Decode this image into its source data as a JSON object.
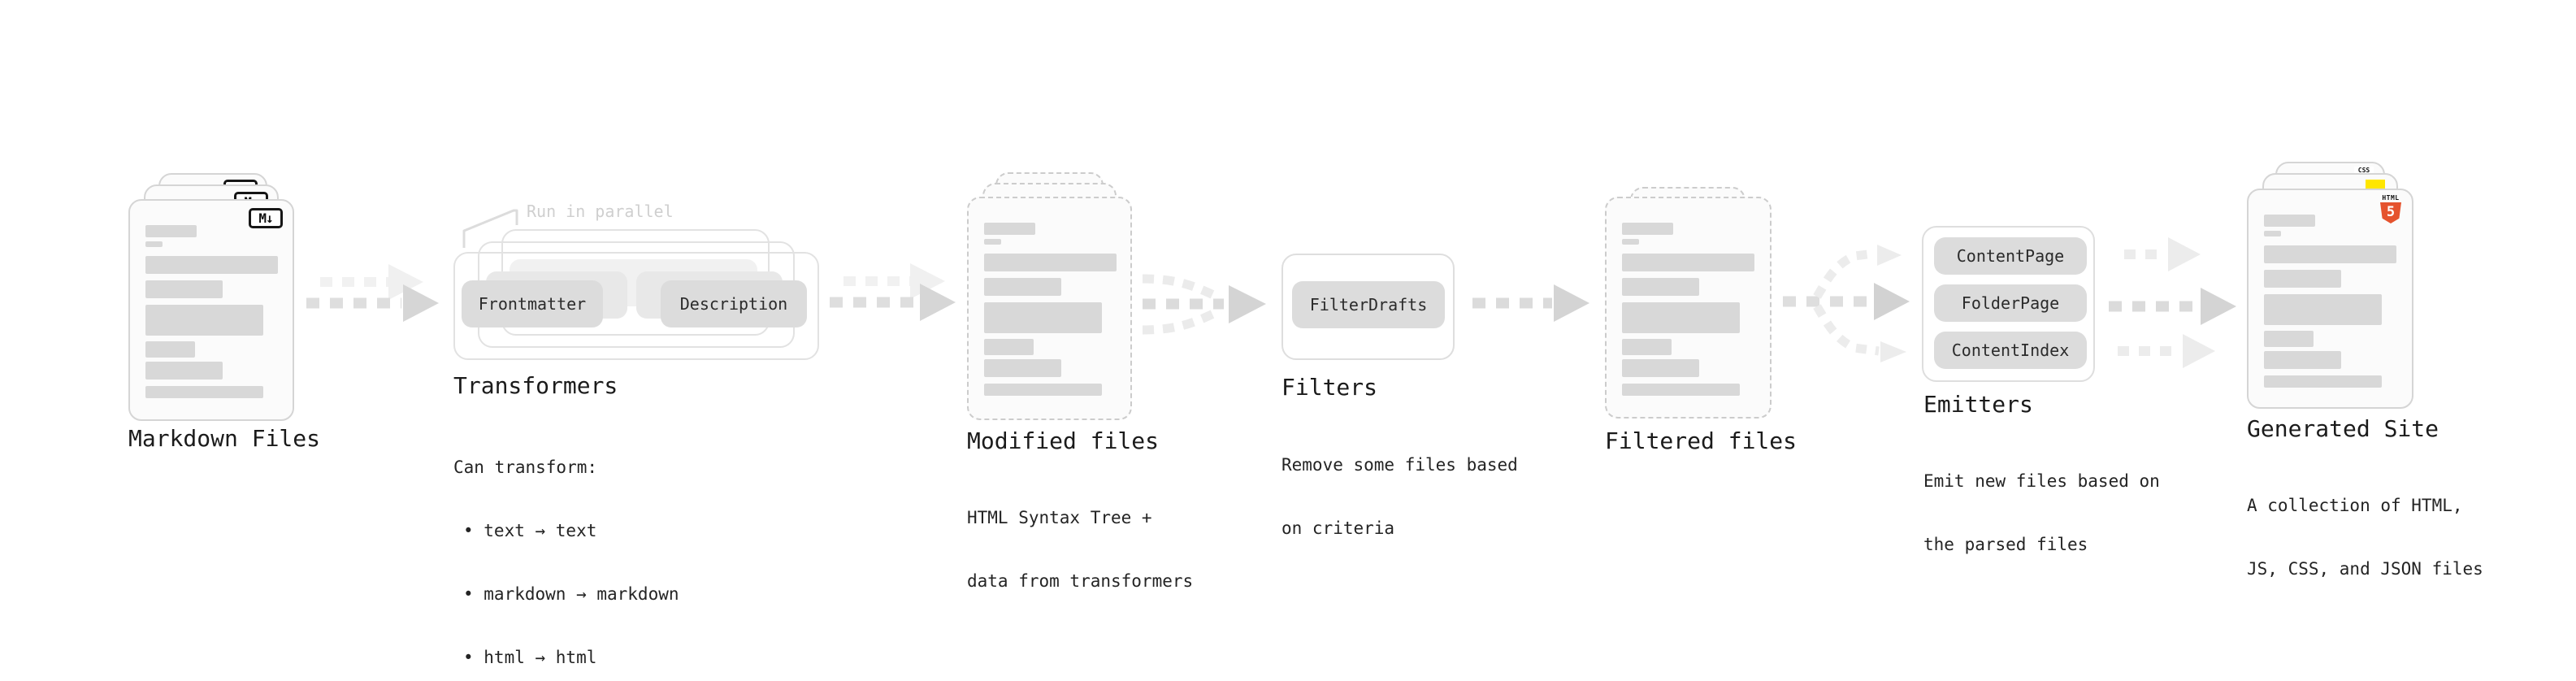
{
  "stages": {
    "markdown_files": {
      "label": "Markdown Files"
    },
    "transformers": {
      "label": "Transformers",
      "annotation": "Run in parallel",
      "buttons": {
        "frontmatter": "Frontmatter",
        "description": "Description"
      },
      "notes": [
        "Can transform:",
        "• text → text",
        "• markdown → markdown",
        "• html → html"
      ]
    },
    "modified_files": {
      "label": "Modified files",
      "notes": [
        "HTML Syntax Tree +",
        "data from transformers"
      ]
    },
    "filters": {
      "label": "Filters",
      "buttons": {
        "filter_drafts": "FilterDrafts"
      },
      "notes": [
        "Remove some files based",
        "on criteria"
      ]
    },
    "filtered_files": {
      "label": "Filtered files"
    },
    "emitters": {
      "label": "Emitters",
      "buttons": {
        "content_page": "ContentPage",
        "folder_page": "FolderPage",
        "content_index": "ContentIndex"
      },
      "notes": [
        "Emit new files based on",
        "the parsed files"
      ]
    },
    "generated_site": {
      "label": "Generated Site",
      "notes": [
        "A collection of HTML,",
        "JS, CSS, and JSON files"
      ]
    }
  },
  "icons": {
    "markdown_badge": "M↓",
    "html5_wordmark": "HTML",
    "html5_numeral": "5",
    "css_wordmark": "CSS"
  },
  "colors": {
    "html5_orange": "#e5532e",
    "js_yellow": "#ffe600",
    "css_blue": "#2d62ec",
    "arrow_gray": "#d9d9d9",
    "arrow_light_gray": "#ececec",
    "skeleton_bar_gray": "#d8d8d8"
  }
}
